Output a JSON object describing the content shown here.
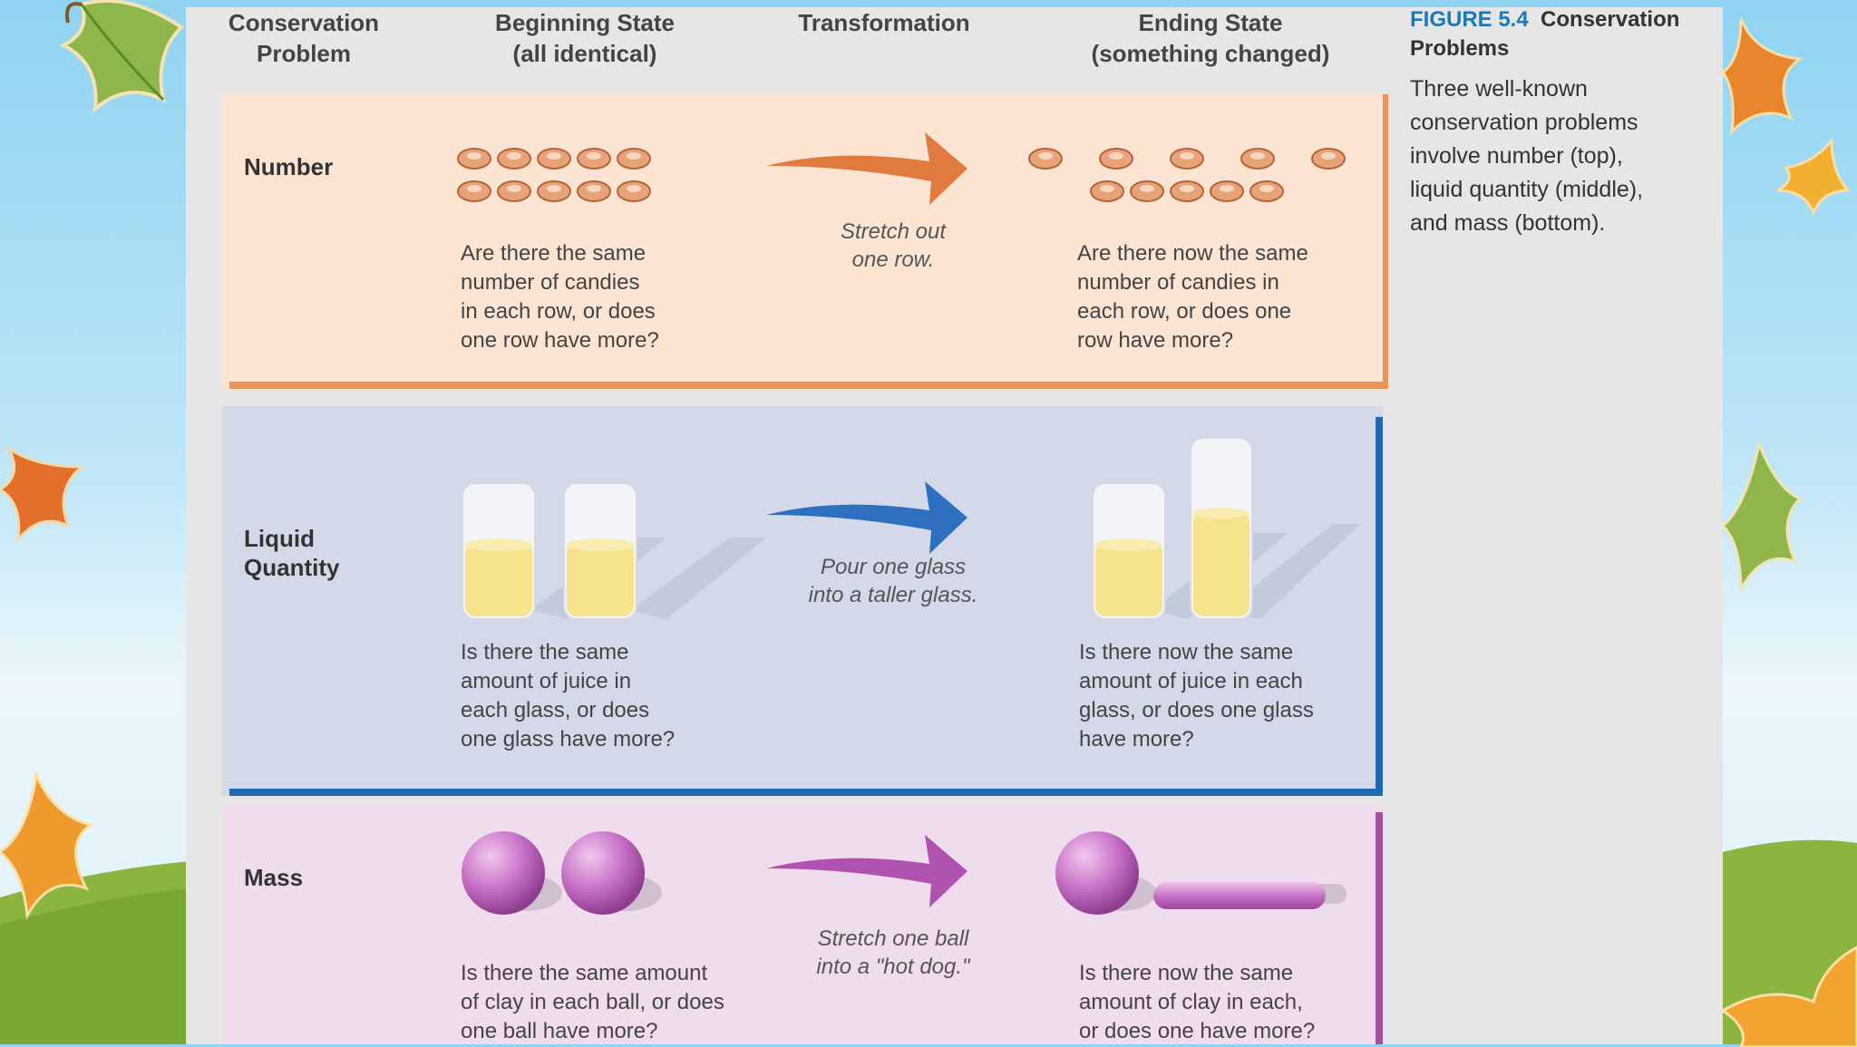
{
  "headers": {
    "col1": "Conservation\nProblem",
    "col2": "Beginning State\n(all identical)",
    "col3": "Transformation",
    "col4": "Ending State\n(something changed)"
  },
  "caption": {
    "figure_label": "FIGURE 5.4",
    "figure_title": "Conservation\nProblems",
    "body": "Three well-known\nconservation problems\ninvolve number (top),\nliquid quantity (middle),\nand mass (bottom)."
  },
  "rows": [
    {
      "label": "Number",
      "begin_question": "Are there the same\nnumber of candies\nin each row, or does\none row have more?",
      "transformation": "Stretch out\none row.",
      "end_question": "Are there now the same\nnumber of candies in\neach row, or does one\nrow have more?",
      "color": "#e07a3f"
    },
    {
      "label": "Liquid\nQuantity",
      "begin_question": "Is there the same\namount of juice in\neach glass, or does\none glass have more?",
      "transformation": "Pour one glass\ninto a taller glass.",
      "end_question": "Is there now the same\namount of juice in each\nglass, or does one glass\nhave more?",
      "color": "#2f6fc0"
    },
    {
      "label": "Mass",
      "begin_question": "Is there the same amount\nof clay in each ball, or does\none ball have more?",
      "transformation": "Stretch one ball\ninto a \"hot dog.\"",
      "end_question": "Is there now the same\namount of clay in each,\nor does one have more?",
      "color": "#b052b0"
    }
  ]
}
